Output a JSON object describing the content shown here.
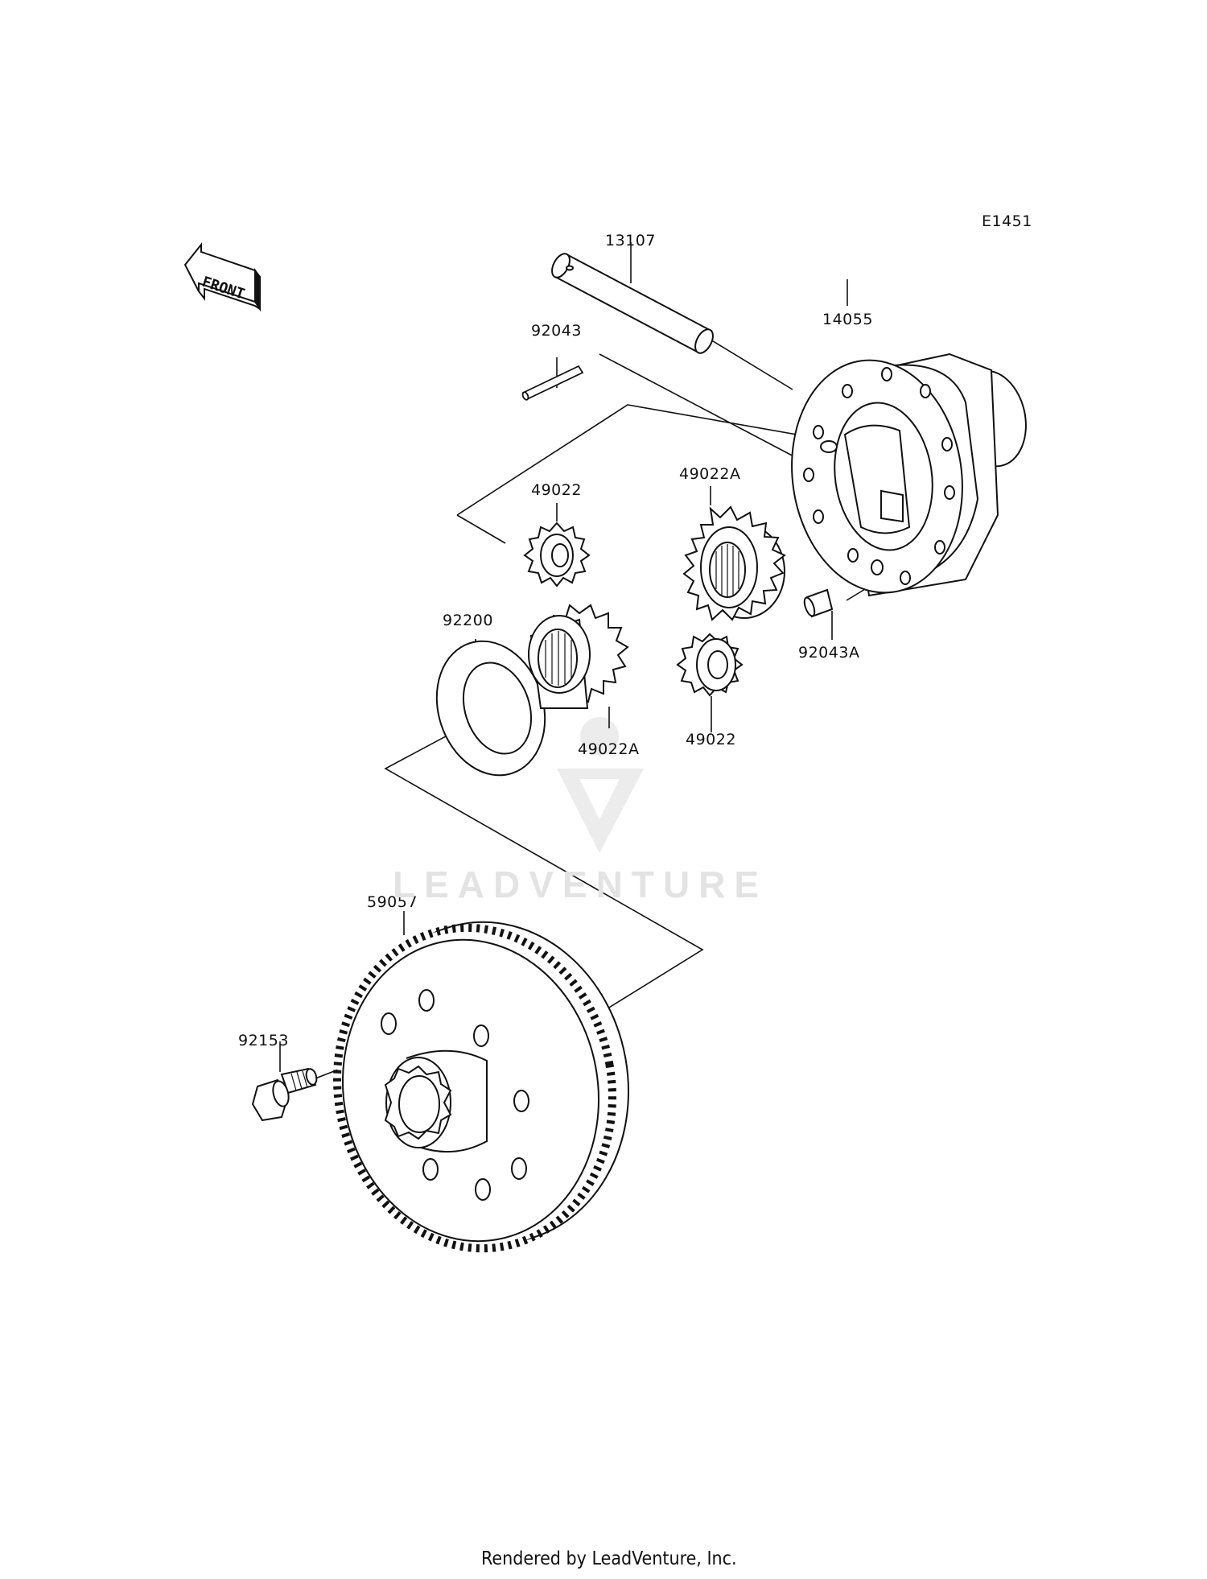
{
  "diagram_code": "E1451",
  "front_label": "FRONT",
  "labels": {
    "shaft": "13107",
    "pin": "92043",
    "case": "14055",
    "pinion_upper": "49022",
    "side_gear_upper": "49022A",
    "washer": "92200",
    "side_gear_lower": "49022A",
    "pinion_lower": "49022",
    "pin_a": "92043A",
    "ring_gear": "59057",
    "bolt": "92153"
  },
  "watermark": "LEADVENTURE",
  "footer": "Rendered by LeadVenture, Inc."
}
